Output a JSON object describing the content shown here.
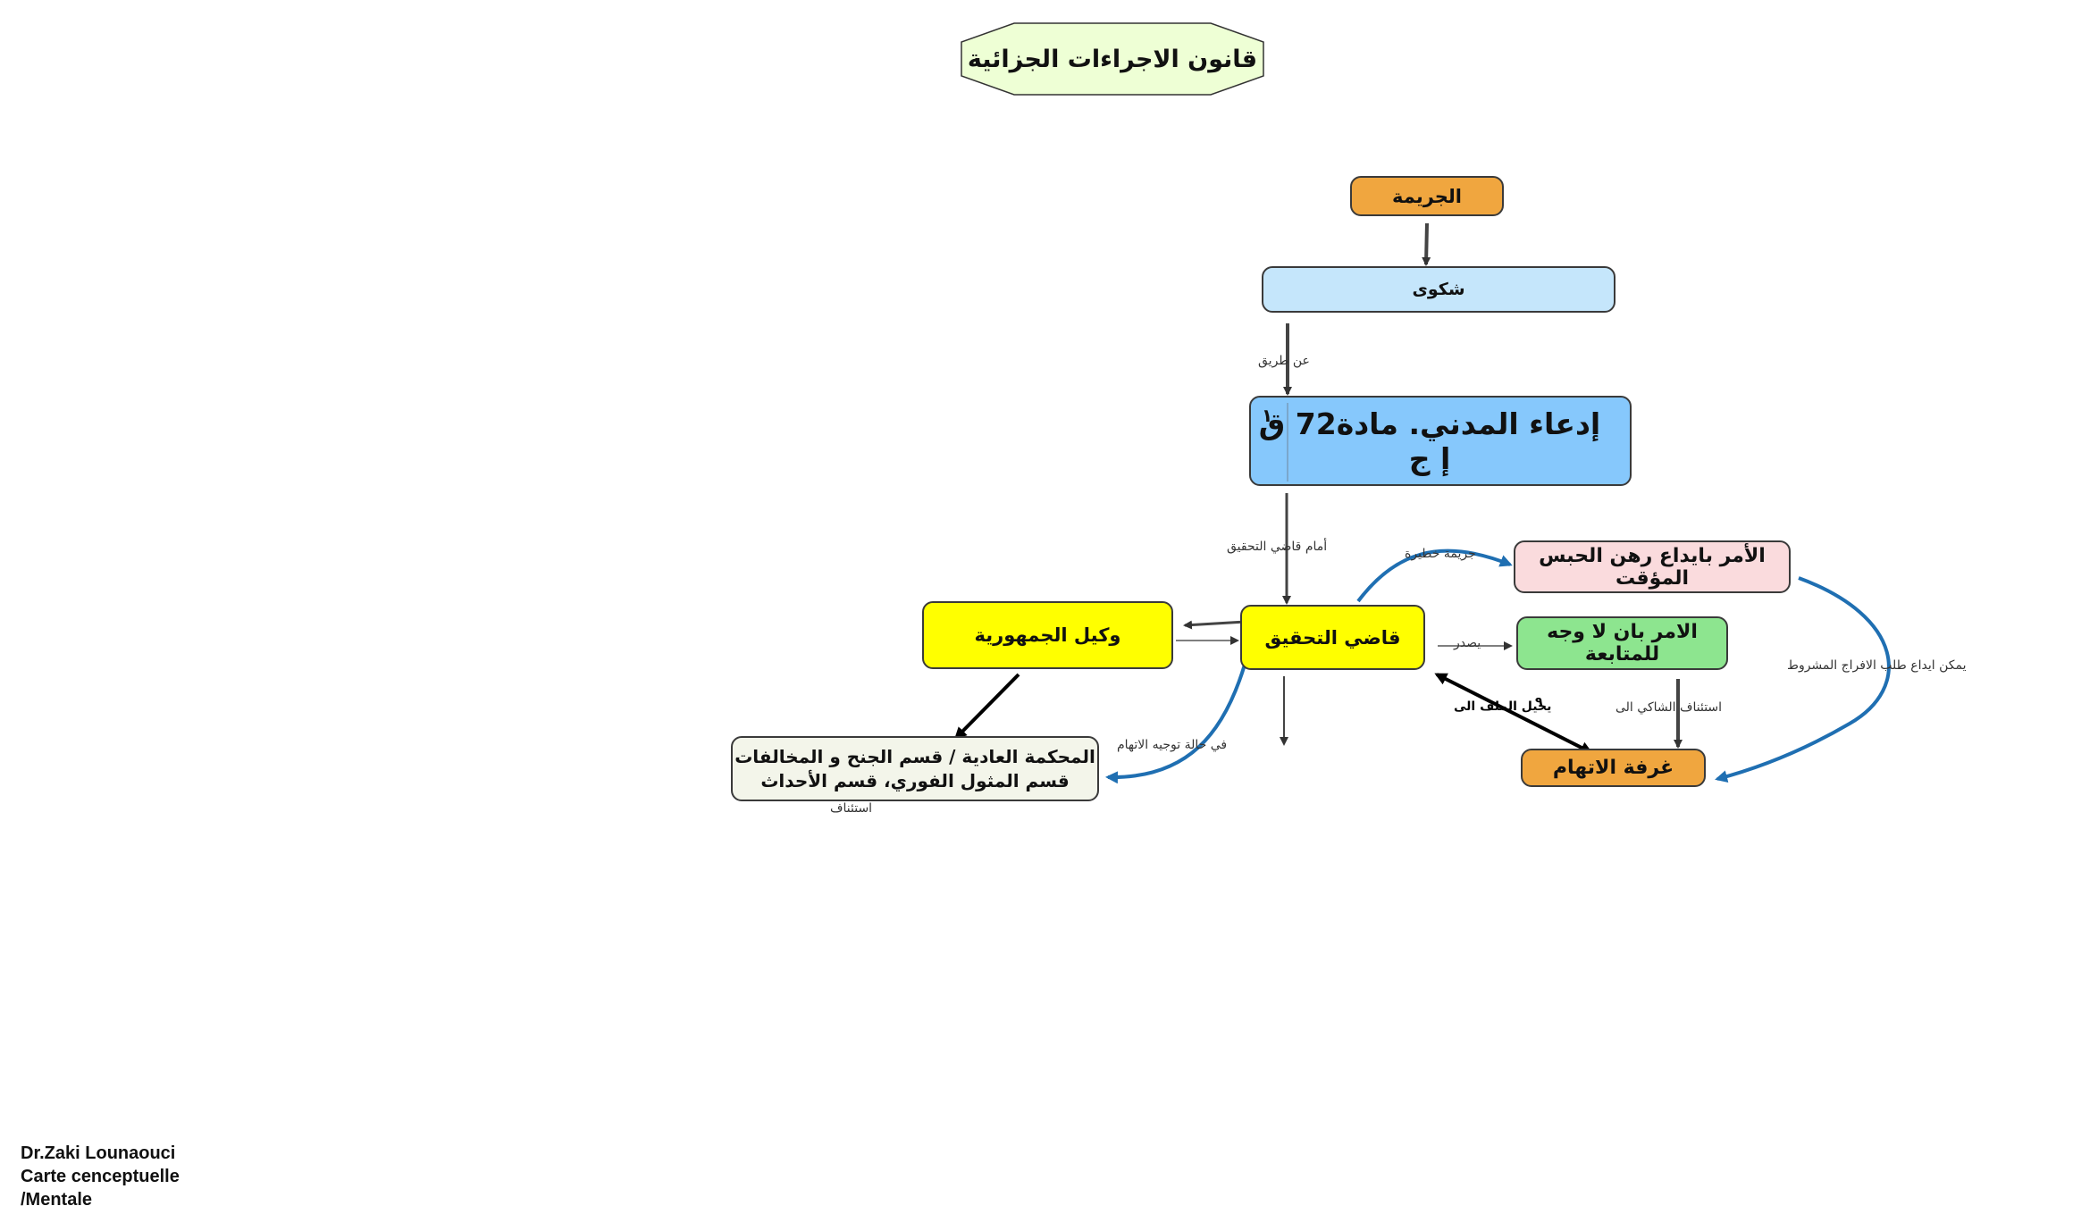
{
  "title": "قانون الاجراءات الجزائية",
  "nodes": {
    "crime": "الجريمة",
    "complaint": "شكوى",
    "civil_claim": "إدعاء المدني. مادة72 ق إ ج",
    "civil_mark": "١",
    "investigating_judge": "قاضي التحقيق",
    "prosecutor": "وكيل الجمهورية",
    "detention_order": "الأمر بايداع  رهن الحبس المؤقت",
    "no_case_order": "الامر بان لا وجه للمتابعة",
    "indictment_chamber": "غرفة الاتهام",
    "court_line1": "المحكمة العادية /   قسم الجنح و المخالفات",
    "court_line2": "قسم المثول الفوري، قسم الأحداث"
  },
  "link_labels": {
    "by_way_of": "عن طريق",
    "before_judge": "أمام قاضي التحقيق",
    "serious_crime": "جريمة خطيرة",
    "issues": "يصدر",
    "refers_file": "يحيل الملف الى",
    "refers_mark": "٩",
    "complainant_appeal": "استئناف الشاكي الى",
    "conditional_release": "يمكن ايداع طلب الافراج المشروط",
    "if_charged": "في حالة توجيه الاتهام",
    "appeal": "استئناف"
  },
  "author": {
    "line1": "Dr.Zaki Lounaouci",
    "line2": "Carte cenceptuelle",
    "line3": "/Mentale"
  },
  "colors": {
    "title_fill": "#eeffd5",
    "crime_fill": "#f0a63f",
    "complaint_fill": "#c5e6fb",
    "civil_fill": "#86c8fc",
    "judge_fill": "#ffff00",
    "detention_fill": "#fadbdd",
    "no_case_fill": "#8de58f",
    "court_fill": "#f3f5ea",
    "curve_blue": "#1f6fb2"
  }
}
